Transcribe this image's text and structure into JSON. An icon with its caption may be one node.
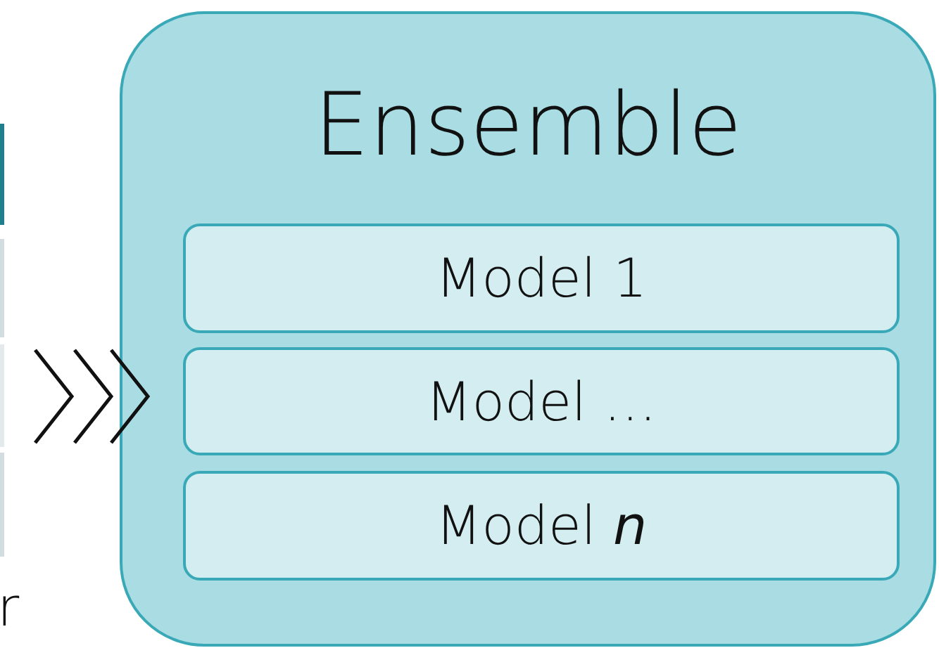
{
  "diagram": {
    "nodes": [
      {
        "text": [
          "Ensemble"
        ]
      },
      {
        "text": [
          "Model 1"
        ],
        "in": 0
      },
      {
        "text": [
          "Model …"
        ],
        "in": 0
      },
      {
        "text": [
          "Model *n*"
        ],
        "in": 0
      }
    ],
    "labels": [
      "r"
    ]
  }
}
